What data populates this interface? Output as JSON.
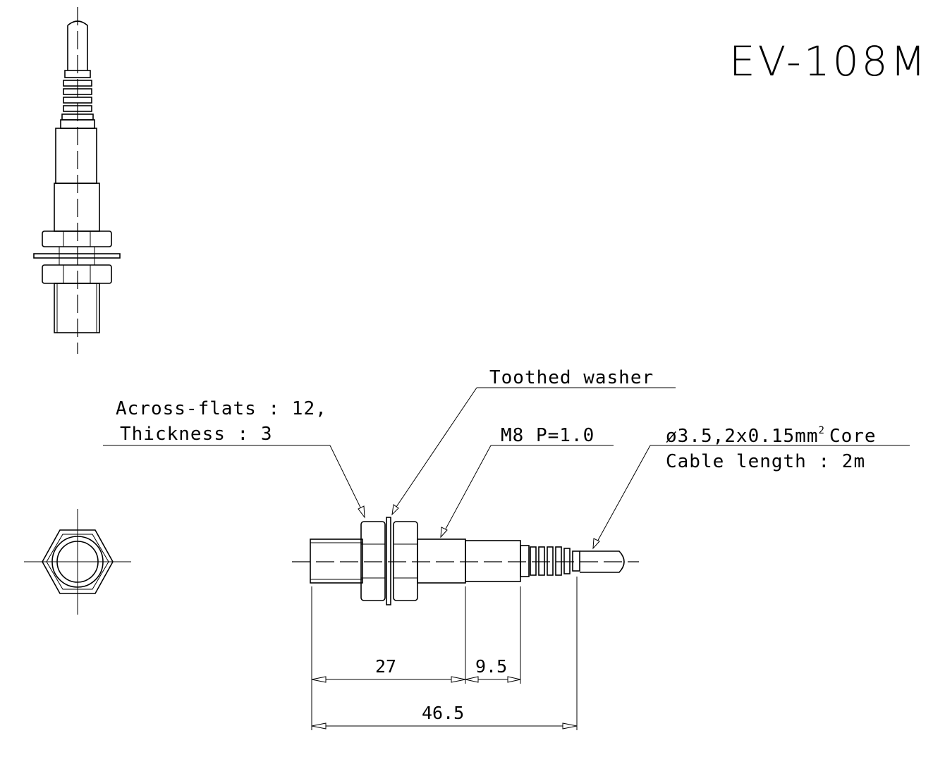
{
  "title": "EV-108M",
  "labels": {
    "across_flats": "Across-flats : 12,",
    "thickness": "Thickness : 3",
    "toothed_washer": "Toothed washer",
    "thread": "M8 P=1.0",
    "cable_core_prefix": "ø3.5,2x0.15mm",
    "cable_core_sup": "2",
    "cable_core_suffix": "Core",
    "cable_length": "Cable length : 2m"
  },
  "dimensions": {
    "thread_length": "27",
    "body_length": "9.5",
    "total_length": "46.5"
  }
}
